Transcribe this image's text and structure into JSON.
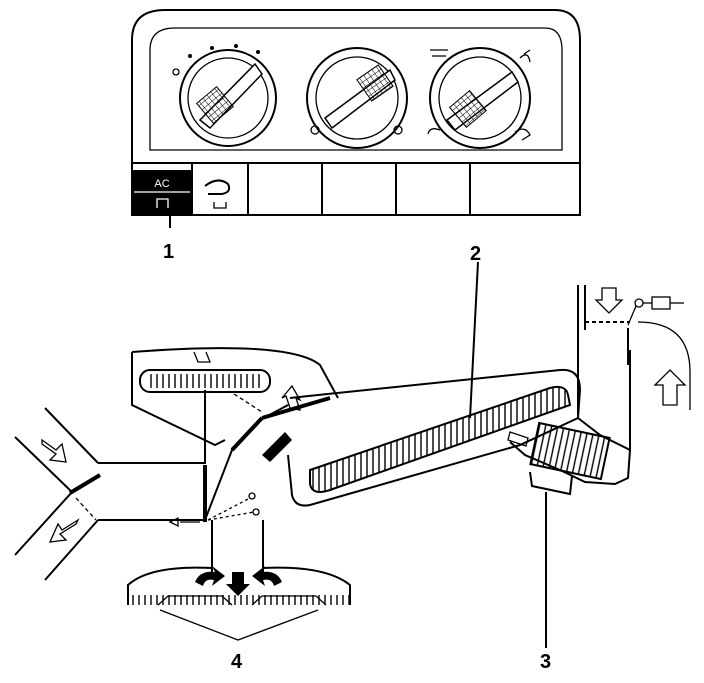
{
  "panel": {
    "ac_button_label": "AC"
  },
  "callouts": {
    "c1": "1",
    "c2": "2",
    "c3": "3",
    "c4": "4"
  },
  "colors": {
    "ink": "#000000",
    "paper": "#ffffff"
  },
  "icons": {
    "fan_dial": "fan-speed-dial-icon",
    "temp_dial": "temperature-dial-icon",
    "mode_dial": "air-distribution-dial-icon",
    "recirc": "recirculation-icon",
    "fresh_air": "fresh-air-arrow-icon",
    "vacuum": "vacuum-actuator-icon"
  }
}
